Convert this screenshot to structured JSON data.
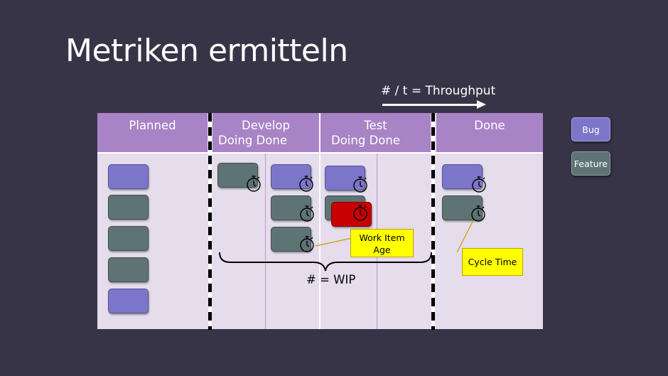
{
  "slide": {
    "title": "Metriken ermitteln",
    "throughput_label": "# / t = Throughput"
  },
  "board": {
    "columns": [
      {
        "name": "Planned",
        "sub": ""
      },
      {
        "name": "Develop",
        "sub": "Doing Done"
      },
      {
        "name": "Test",
        "sub": "Doing Done"
      },
      {
        "name": "Done",
        "sub": ""
      }
    ],
    "wip_label": "# = WIP",
    "work_item_age_label": "Work Item Age",
    "cycle_time_label": "Cycle Time"
  },
  "legend": {
    "bug_label": "Bug",
    "feature_label": "Feature",
    "bug_color": "#7b76c9",
    "feature_color": "#5e7373",
    "blocked_color": "#c80000"
  },
  "cards": {
    "planned": [
      "bug",
      "feature",
      "feature",
      "feature",
      "bug"
    ],
    "develop_doing": [
      "feature"
    ],
    "develop_done": [
      "bug",
      "feature",
      "feature"
    ],
    "test_doing": [
      "bug",
      "feature",
      "blocked"
    ],
    "done": [
      "bug",
      "feature"
    ]
  },
  "icons": [
    "stopwatch-icon",
    "right-arrow-icon",
    "curly-brace-icon"
  ]
}
